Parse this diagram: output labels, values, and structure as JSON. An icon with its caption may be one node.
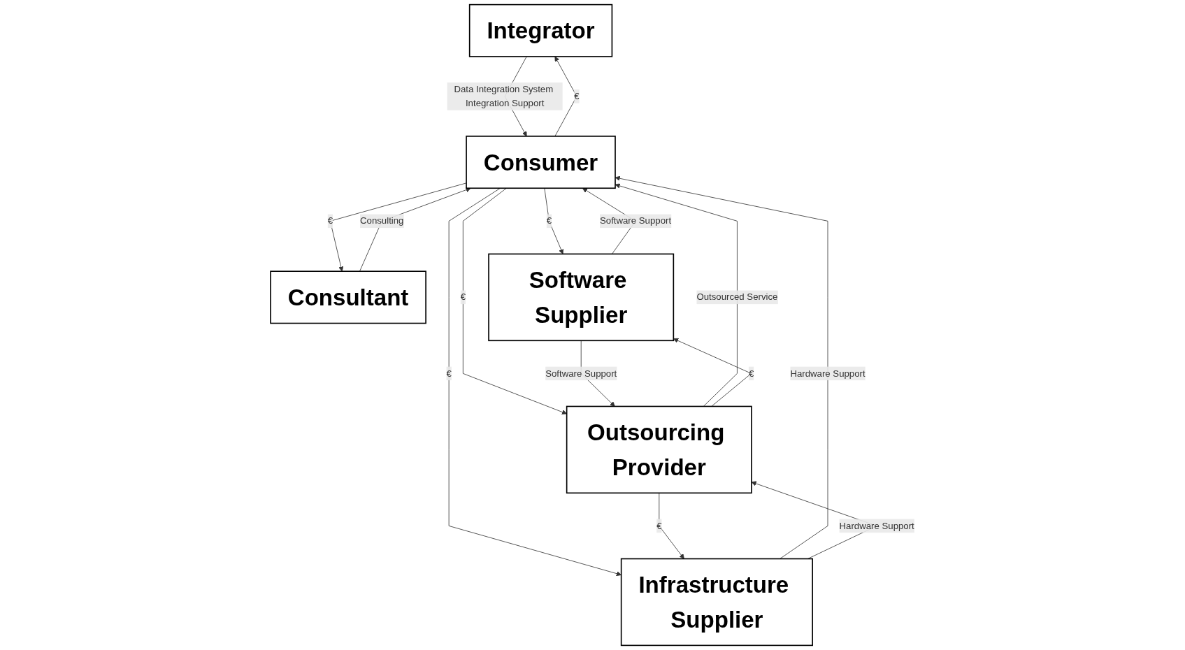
{
  "diagram": {
    "nodes": [
      {
        "text": [
          "Integrator"
        ]
      },
      {
        "text": [
          "Consultant"
        ]
      },
      {
        "text": [
          "Software Supplier"
        ]
      },
      {
        "text": [
          "Consumer"
        ]
      },
      {
        "text": [
          "Infrastructure Supplier"
        ]
      },
      {
        "text": [
          "Outsourcing Provider"
        ]
      }
    ],
    "edges": [
      {
        "from": 0,
        "to": 3,
        "arrow": "to",
        "label": "Data Integration System Integration Support"
      },
      {
        "from": 3,
        "to": 0,
        "arrow": "to",
        "label": "€"
      },
      {
        "from": 3,
        "to": 1,
        "arrow": "to",
        "label": "€"
      },
      {
        "from": 1,
        "to": 3,
        "arrow": "to",
        "label": "Consulting"
      },
      {
        "from": 3,
        "to": 2,
        "arrow": "to",
        "label": "€"
      },
      {
        "from": 2,
        "to": 3,
        "arrow": "to",
        "label": "Software Support"
      },
      {
        "from": 3,
        "to": 4,
        "arrow": "to",
        "label": "€"
      },
      {
        "from": 4,
        "to": 3,
        "arrow": "to",
        "label": "Hardware Support"
      },
      {
        "from": 5,
        "to": 3,
        "arrow": "to",
        "label": "Outsourced Service"
      },
      {
        "from": 3,
        "to": 5,
        "arrow": "to",
        "label": "€"
      },
      {
        "from": 2,
        "to": 5,
        "arrow": "to",
        "label": "Software Support"
      },
      {
        "from": 5,
        "to": 2,
        "arrow": "to",
        "label": "€"
      },
      {
        "from": 4,
        "to": 5,
        "arrow": "to",
        "label": "Hardware Support"
      },
      {
        "from": 5,
        "to": 4,
        "arrow": "to",
        "label": "€"
      }
    ]
  }
}
